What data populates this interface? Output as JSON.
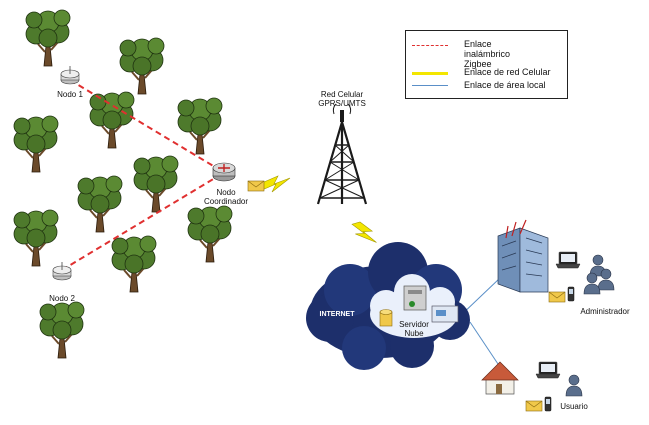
{
  "nodes": {
    "node1": "Nodo 1",
    "node2": "Nodo 2",
    "coordinator": "Nodo\nCoordinador",
    "cell_network": "Red Celular\nGPRS/UMTS",
    "internet": "INTERNET",
    "server": "Servidor\nNube",
    "admin": "Administrador",
    "user": "Usuario"
  },
  "legend": {
    "zigbee": "Enlace inalámbrico\nZigbee",
    "cellular": "Enlace de red Celular",
    "lan": "Enlace de área local"
  },
  "colors": {
    "zigbee_link": "#e03030",
    "cellular_link": "#f3e600",
    "lan_link": "#5a8fc8",
    "tree_foliage": "#4e7a2c",
    "tree_trunk": "#6b4a2a",
    "cloud_dark": "#1d2f6b",
    "cloud_inner": "#eaf0fb"
  }
}
